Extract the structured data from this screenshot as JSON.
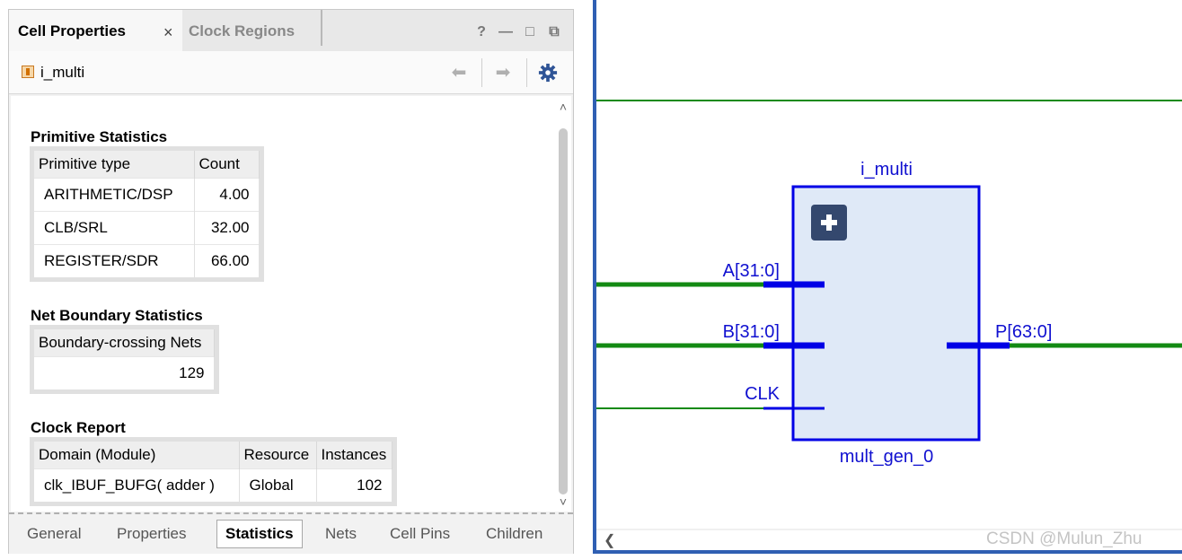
{
  "tabs": {
    "active_label": "Cell Properties",
    "inactive_label": "Clock Regions",
    "close_glyph": "×"
  },
  "window_controls": [
    "?",
    "—",
    "□",
    "⧉"
  ],
  "toolbar": {
    "cell_name": "i_multi",
    "cell_icon": "cell-icon",
    "back_icon": "arrow-left-icon",
    "forward_icon": "arrow-right-icon",
    "settings_icon": "gear-icon"
  },
  "primitive_statistics": {
    "title": "Primitive Statistics",
    "headers": [
      "Primitive type",
      "Count"
    ],
    "rows": [
      [
        "ARITHMETIC/DSP",
        "4.00"
      ],
      [
        "CLB/SRL",
        "32.00"
      ],
      [
        "REGISTER/SDR",
        "66.00"
      ]
    ]
  },
  "net_boundary_statistics": {
    "title": "Net Boundary Statistics",
    "headers": [
      "Boundary-crossing Nets"
    ],
    "rows": [
      [
        "129"
      ]
    ]
  },
  "clock_report": {
    "title": "Clock Report",
    "headers": [
      "Domain (Module)",
      "Resource",
      "Instances"
    ],
    "rows": [
      [
        "clk_IBUF_BUFG( adder )",
        "Global",
        "102"
      ]
    ]
  },
  "bottom_tabs": [
    "General",
    "Properties",
    "Statistics",
    "Nets",
    "Cell Pins",
    "Children"
  ],
  "active_bottom_tab": "Statistics",
  "schematic": {
    "instance_name": "i_multi",
    "module_name": "mult_gen_0",
    "expand_glyph": "+",
    "ports": {
      "a": "A[31:0]",
      "b": "B[31:0]",
      "clk": "CLK",
      "p": "P[63:0]"
    },
    "colors": {
      "net": "#138a13",
      "pin": "#0000e6",
      "block_fill": "#dfe9f7",
      "label": "#1010d0"
    }
  },
  "watermark": "CSDN @Mulun_Zhu"
}
